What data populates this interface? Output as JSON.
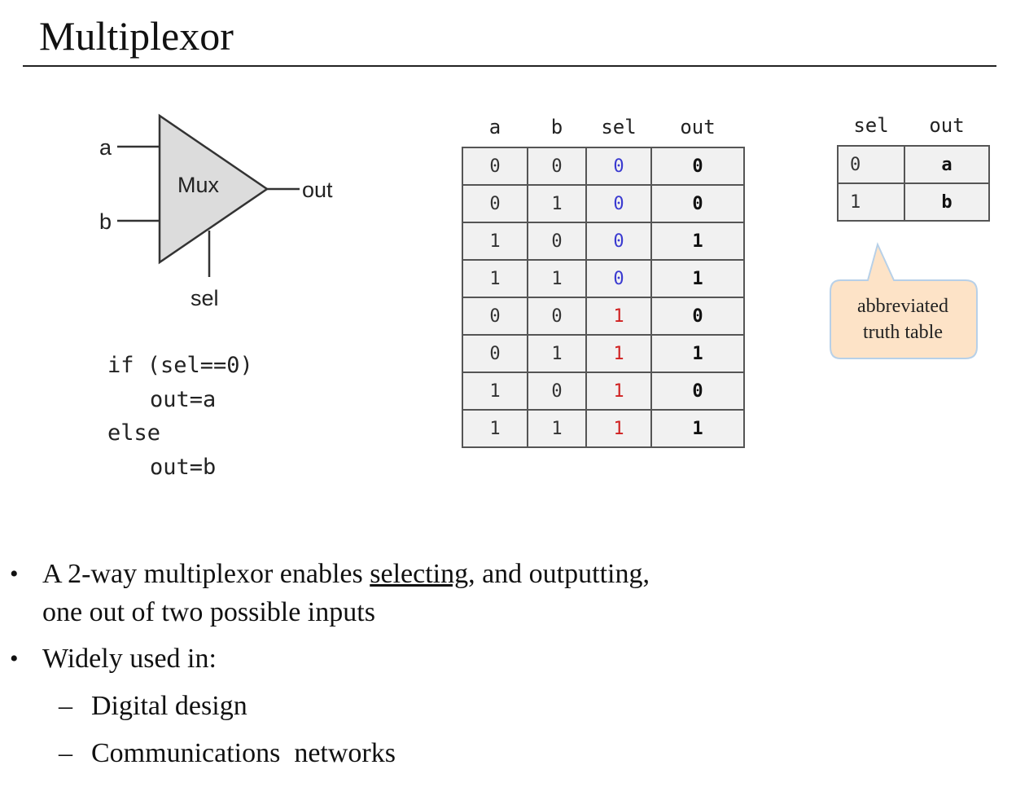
{
  "title": "Multiplexor",
  "mux": {
    "label": "Mux",
    "input_a": "a",
    "input_b": "b",
    "output": "out",
    "select": "sel"
  },
  "code": {
    "line1": "if (sel==0)",
    "line2": "out=a",
    "line3": "else",
    "line4": "out=b"
  },
  "truth_table": {
    "headers": [
      "a",
      "b",
      "sel",
      "out"
    ],
    "rows": [
      [
        "0",
        "0",
        "0",
        "0"
      ],
      [
        "0",
        "1",
        "0",
        "0"
      ],
      [
        "1",
        "0",
        "0",
        "1"
      ],
      [
        "1",
        "1",
        "0",
        "1"
      ],
      [
        "0",
        "0",
        "1",
        "0"
      ],
      [
        "0",
        "1",
        "1",
        "1"
      ],
      [
        "1",
        "0",
        "1",
        "0"
      ],
      [
        "1",
        "1",
        "1",
        "1"
      ]
    ],
    "sel0_color": "#3a3ad0",
    "sel1_color": "#d02020"
  },
  "abbreviated_table": {
    "headers": [
      "sel",
      "out"
    ],
    "rows": [
      [
        "0",
        "a"
      ],
      [
        "1",
        "b"
      ]
    ]
  },
  "callout": {
    "line1": "abbreviated",
    "line2": "truth table",
    "fill": "#fde3c7",
    "stroke": "#b7d0e8"
  },
  "bullets": {
    "b1_pre": "A 2-way multiplexor enables ",
    "b1_underlined": "selecting",
    "b1_post": ", and outputting,",
    "b1_line2": "one out of two possible inputs",
    "b2": "Widely used in:",
    "sub1": "Digital design",
    "sub2": "Communications  networks",
    "marker": "•",
    "sub_marker": "–"
  }
}
